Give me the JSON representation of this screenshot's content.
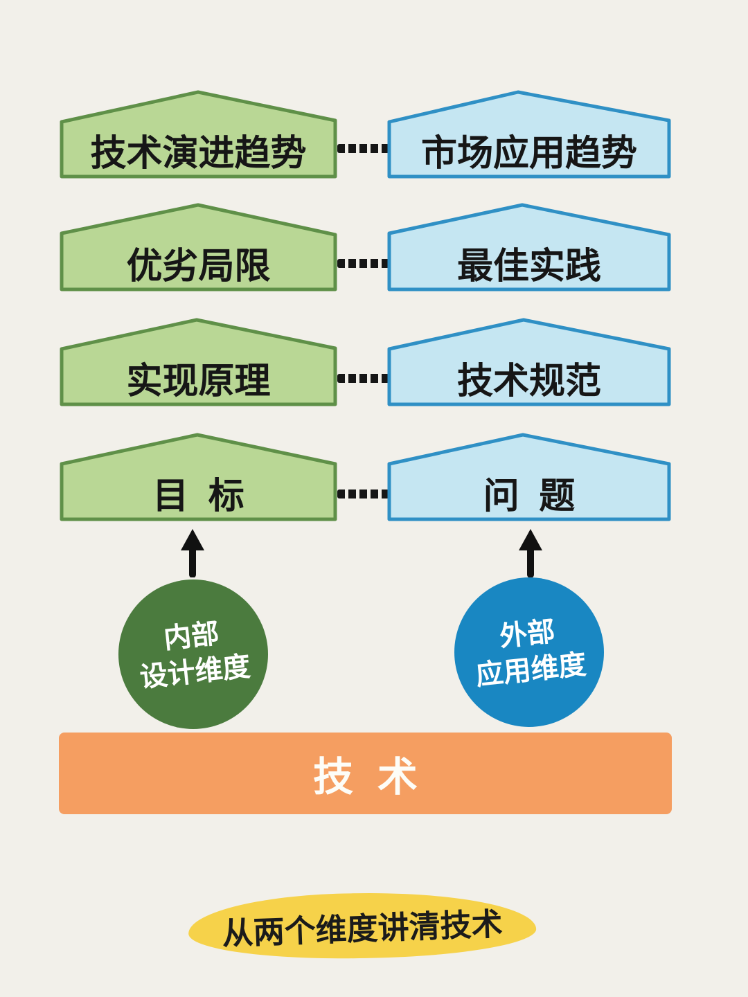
{
  "rows": [
    {
      "left": "技术演进趋势",
      "right": "市场应用趋势"
    },
    {
      "left": "优劣局限",
      "right": "最佳实践"
    },
    {
      "left": "实现原理",
      "right": "技术规范"
    },
    {
      "left": "目标",
      "right": "问题"
    }
  ],
  "dimensions": {
    "internal": {
      "line1": "内部",
      "line2": "设计维度",
      "color": "#4b7b3e"
    },
    "external": {
      "line1": "外部",
      "line2": "应用维度",
      "color": "#1987c2"
    }
  },
  "base": {
    "label": "技术",
    "color": "#f59e61"
  },
  "caption": {
    "text": "从两个维度讲清技术",
    "highlight_color": "#f6d24a"
  },
  "colors": {
    "background": "#f2f0ea",
    "left_box_fill": "#b9d795",
    "left_box_border": "#5f9048",
    "right_box_fill": "#c5e6f2",
    "right_box_border": "#2f90c5",
    "connector": "#161616",
    "arrow": "#111111",
    "text": "#161616"
  }
}
